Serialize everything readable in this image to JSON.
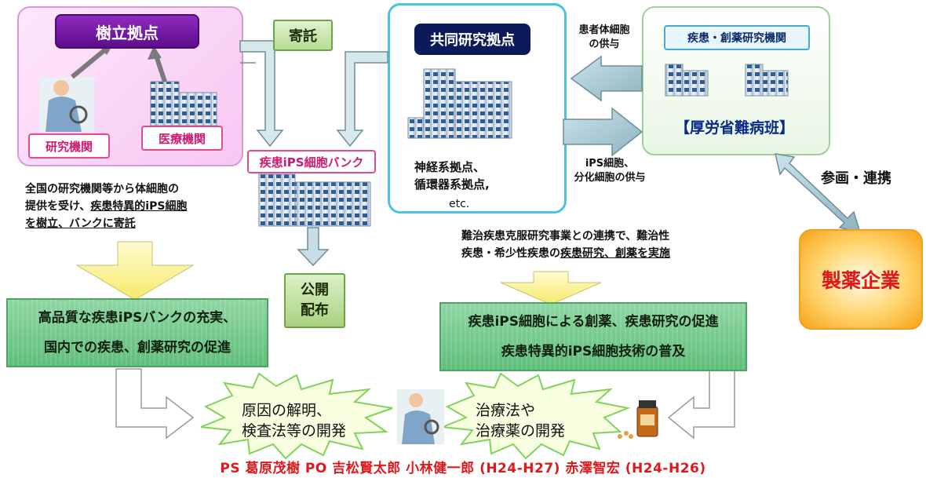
{
  "left_box": {
    "title": "樹立拠点",
    "research_org": "研究機関",
    "medical_org": "医療機関"
  },
  "itaku": "寄託",
  "center_box": {
    "title": "共同研究拠点",
    "line1": "神経系拠点、",
    "line2": "循環器系拠点,",
    "etc": "etc."
  },
  "right_box": {
    "title": "疾患・創薬研究機関",
    "mhlw": "【厚労省難病班】"
  },
  "arrow_labels": {
    "donate_line1": "患者体細胞",
    "donate_line2": "の供与",
    "supply_line1": "iPS細胞、",
    "supply_line2": "分化細胞の供与"
  },
  "sankaku": "参画・連携",
  "pharma": "製薬企業",
  "bank_title": "疾患iPS細胞バンク",
  "kokai": {
    "line1": "公開",
    "line2": "配布"
  },
  "left_desc": {
    "line1": "全国の研究機関等から体細胞の",
    "line2_a": "提供を受け、",
    "line2_b": "疾患特異的iPS細胞",
    "line3": "を樹立、バンクに寄託"
  },
  "right_desc": {
    "line1": "難治疾患克服研究事業との連携で、難治性",
    "line2_a": "疾患・希少性疾患の",
    "line2_b": "疾患研究、創薬を実施"
  },
  "left_green": {
    "line1": "高品質な疾患iPSバンクの充実、",
    "line2": "国内での疾患、創薬研究の促進"
  },
  "right_green": {
    "line1": "疾患iPS細胞による創薬、疾患研究の促進",
    "line2": "疾患特異的iPS細胞技術の普及"
  },
  "burst1": {
    "line1": "原因の解明、",
    "line2": "検査法等の開発"
  },
  "burst2": {
    "line1": "治療法や",
    "line2": "治療薬の開発"
  },
  "footer": "PS 葛原茂樹 PO 吉松賢太郎 小林健一郎 (H24-H27) 赤澤智宏 (H24-H26)",
  "colors": {
    "purple_title": "#6a1a9a",
    "navy_title": "#0c1a5a",
    "pink_label": "#d11a6f",
    "green_box": "#6cc487",
    "arrow_gray": "#a9c0c8",
    "pharma_text": "#e0181c",
    "footer_red": "#e0181c"
  },
  "icons": [
    "building-icon",
    "researcher-icon",
    "medicine-bottle-icon",
    "starburst-shape"
  ]
}
